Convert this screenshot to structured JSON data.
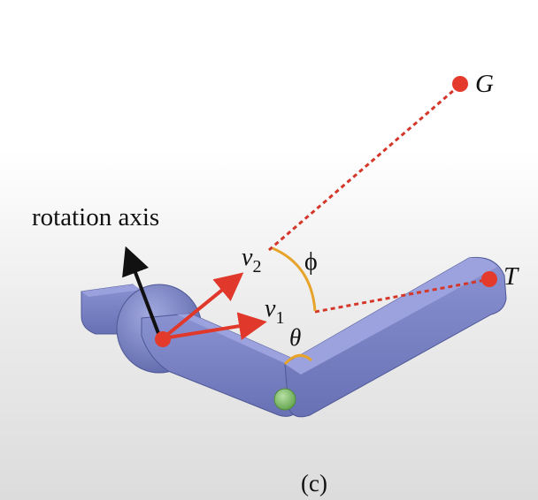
{
  "labels": {
    "rotation_axis": "rotation axis",
    "goal": "G",
    "target": "T",
    "v1_letter": "v",
    "v1_sub": "1",
    "v2_letter": "v",
    "v2_sub": "2",
    "phi": "ϕ",
    "theta": "θ",
    "caption": "(c)"
  },
  "colors": {
    "link_body": "#7b84c8",
    "link_dark": "#5d66a8",
    "vector_red": "#e0392b",
    "point_red": "#e33a2c",
    "dashed_line": "#d4372a",
    "angle_arc": "#e7a42a",
    "axis_arrow": "#111111",
    "joint_pin": "#7fbf6a"
  }
}
